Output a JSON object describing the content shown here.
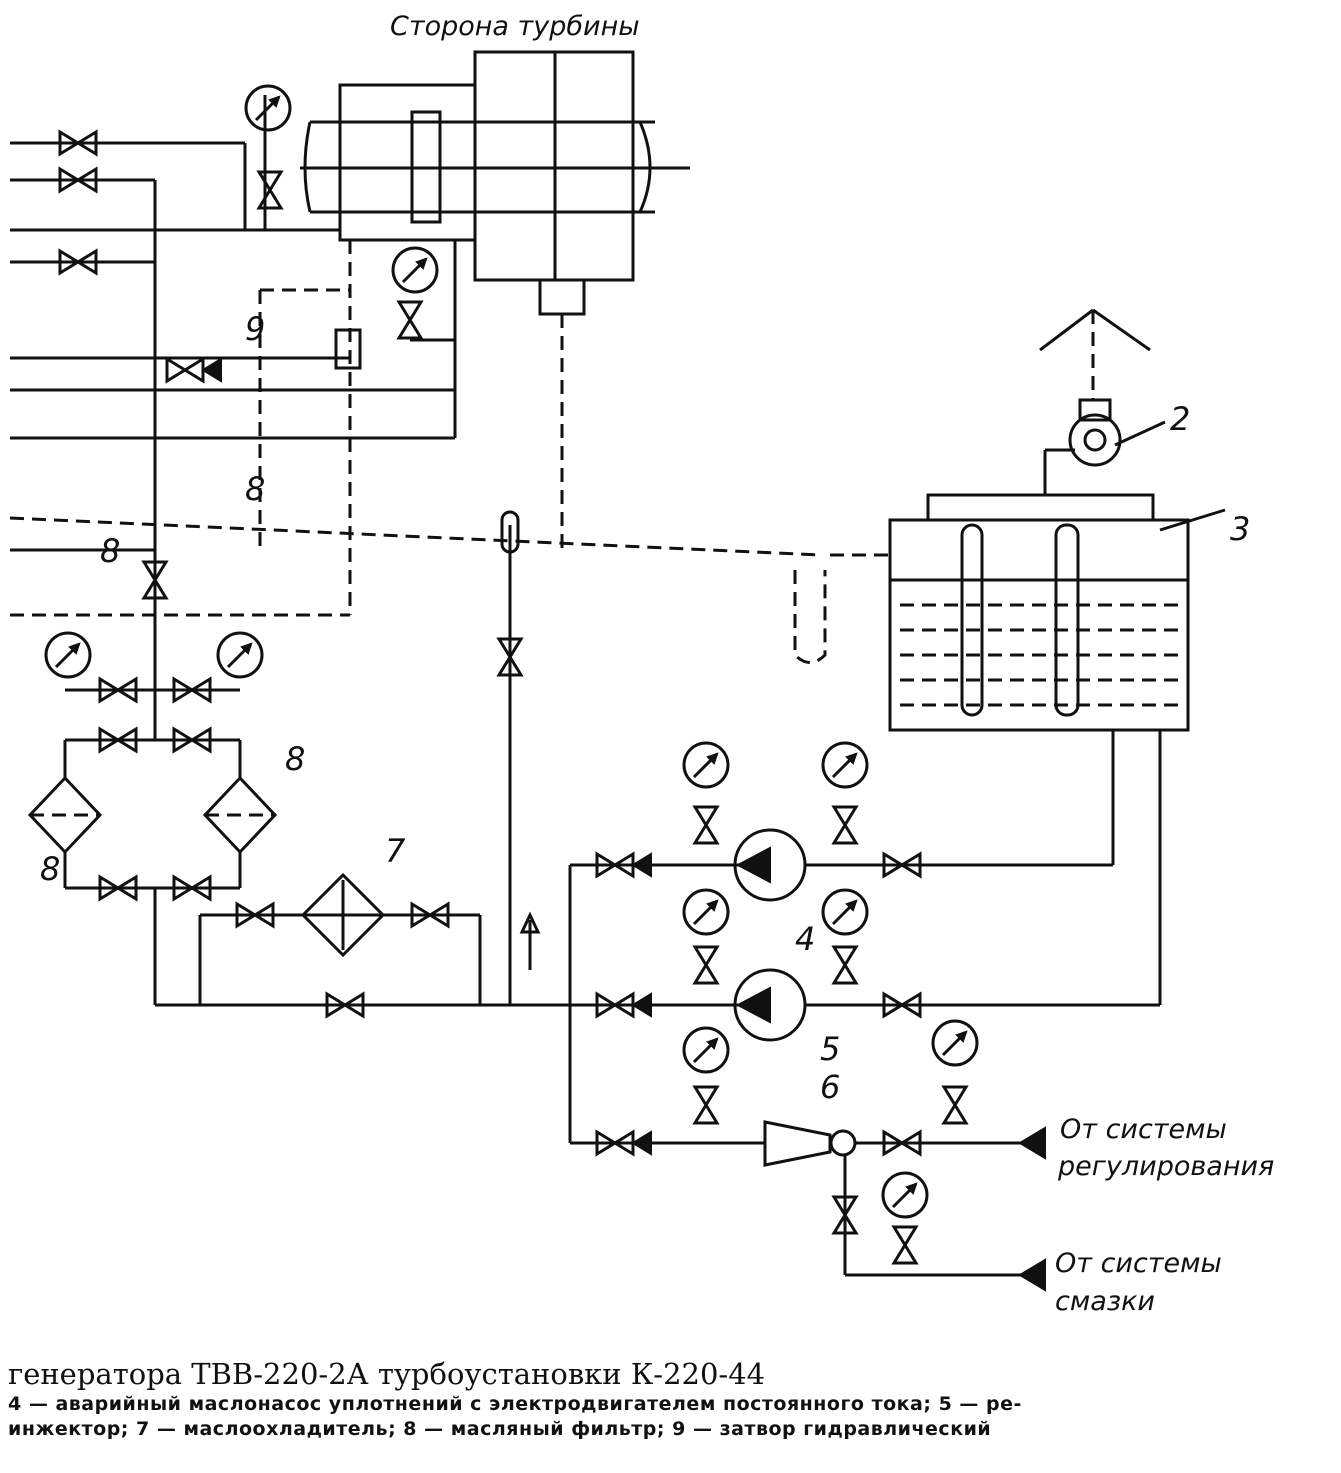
{
  "labels": {
    "turbine_side": "Сторона турбины",
    "from_regulation_1": "От системы",
    "from_regulation_2": "регулирования",
    "from_lubrication_1": "От системы",
    "from_lubrication_2": "смазки"
  },
  "callouts": {
    "n2": "2",
    "n3": "3",
    "n4": "4",
    "n5": "5",
    "n6": "6",
    "n7": "7",
    "n8": "8",
    "n9": "9",
    "b_left1": "8",
    "b_left2": "8",
    "b_left3": "8"
  },
  "caption": {
    "title": "генератора ТВВ-220-2А турбоустановки К-220-44",
    "legend_line1": "4 — аварийный маслонасос уплотнений с электродвигателем постоянного тока; 5 — ре-",
    "legend_line2": "инжектор; 7 — маслоохладитель; 8 — масляный фильтр; 9 — затвор гидравлический"
  },
  "colors": {
    "ink": "#111111",
    "paper": "#ffffff"
  }
}
